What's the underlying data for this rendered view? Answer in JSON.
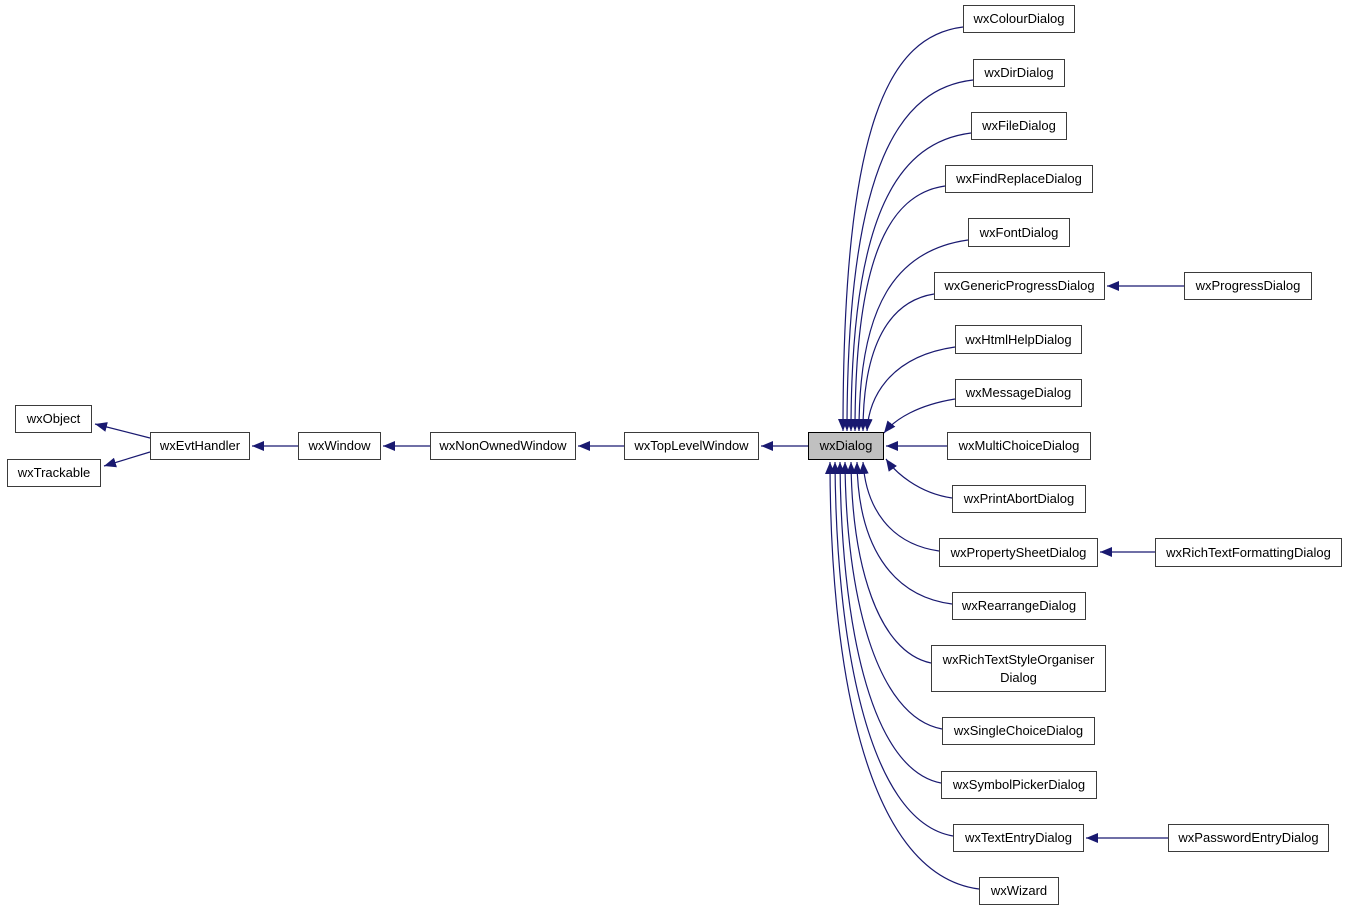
{
  "diagram": {
    "type": "class-inheritance-graph",
    "current_class": "wxDialog",
    "colors": {
      "edge": "#191970",
      "node_border": "#3b3b3b",
      "node_fill": "#ffffff",
      "current_node_fill": "#c0c0c0",
      "background": "#ffffff"
    },
    "nodes": {
      "wxObject": {
        "label": "wxObject"
      },
      "wxTrackable": {
        "label": "wxTrackable"
      },
      "wxEvtHandler": {
        "label": "wxEvtHandler"
      },
      "wxWindow": {
        "label": "wxWindow"
      },
      "wxNonOwnedWindow": {
        "label": "wxNonOwnedWindow"
      },
      "wxTopLevelWindow": {
        "label": "wxTopLevelWindow"
      },
      "wxDialog": {
        "label": "wxDialog"
      },
      "wxColourDialog": {
        "label": "wxColourDialog"
      },
      "wxDirDialog": {
        "label": "wxDirDialog"
      },
      "wxFileDialog": {
        "label": "wxFileDialog"
      },
      "wxFindReplaceDialog": {
        "label": "wxFindReplaceDialog"
      },
      "wxFontDialog": {
        "label": "wxFontDialog"
      },
      "wxGenericProgressDialog": {
        "label": "wxGenericProgressDialog"
      },
      "wxProgressDialog": {
        "label": "wxProgressDialog"
      },
      "wxHtmlHelpDialog": {
        "label": "wxHtmlHelpDialog"
      },
      "wxMessageDialog": {
        "label": "wxMessageDialog"
      },
      "wxMultiChoiceDialog": {
        "label": "wxMultiChoiceDialog"
      },
      "wxPrintAbortDialog": {
        "label": "wxPrintAbortDialog"
      },
      "wxPropertySheetDialog": {
        "label": "wxPropertySheetDialog"
      },
      "wxRichTextFormattingDialog": {
        "label": "wxRichTextFormattingDialog"
      },
      "wxRearrangeDialog": {
        "label": "wxRearrangeDialog"
      },
      "wxRichTextStyleOrganiserDialog": {
        "label": "wxRichTextStyleOrganiserDialog",
        "line1": "wxRichTextStyleOrganiser",
        "line2": "Dialog"
      },
      "wxSingleChoiceDialog": {
        "label": "wxSingleChoiceDialog"
      },
      "wxSymbolPickerDialog": {
        "label": "wxSymbolPickerDialog"
      },
      "wxTextEntryDialog": {
        "label": "wxTextEntryDialog"
      },
      "wxPasswordEntryDialog": {
        "label": "wxPasswordEntryDialog"
      },
      "wxWizard": {
        "label": "wxWizard"
      }
    },
    "edges": [
      {
        "from": "wxEvtHandler",
        "to": "wxObject"
      },
      {
        "from": "wxEvtHandler",
        "to": "wxTrackable"
      },
      {
        "from": "wxWindow",
        "to": "wxEvtHandler"
      },
      {
        "from": "wxNonOwnedWindow",
        "to": "wxWindow"
      },
      {
        "from": "wxTopLevelWindow",
        "to": "wxNonOwnedWindow"
      },
      {
        "from": "wxDialog",
        "to": "wxTopLevelWindow"
      },
      {
        "from": "wxColourDialog",
        "to": "wxDialog"
      },
      {
        "from": "wxDirDialog",
        "to": "wxDialog"
      },
      {
        "from": "wxFileDialog",
        "to": "wxDialog"
      },
      {
        "from": "wxFindReplaceDialog",
        "to": "wxDialog"
      },
      {
        "from": "wxFontDialog",
        "to": "wxDialog"
      },
      {
        "from": "wxGenericProgressDialog",
        "to": "wxDialog"
      },
      {
        "from": "wxProgressDialog",
        "to": "wxGenericProgressDialog"
      },
      {
        "from": "wxHtmlHelpDialog",
        "to": "wxDialog"
      },
      {
        "from": "wxMessageDialog",
        "to": "wxDialog"
      },
      {
        "from": "wxMultiChoiceDialog",
        "to": "wxDialog"
      },
      {
        "from": "wxPrintAbortDialog",
        "to": "wxDialog"
      },
      {
        "from": "wxPropertySheetDialog",
        "to": "wxDialog"
      },
      {
        "from": "wxRichTextFormattingDialog",
        "to": "wxPropertySheetDialog"
      },
      {
        "from": "wxRearrangeDialog",
        "to": "wxDialog"
      },
      {
        "from": "wxRichTextStyleOrganiserDialog",
        "to": "wxDialog"
      },
      {
        "from": "wxSingleChoiceDialog",
        "to": "wxDialog"
      },
      {
        "from": "wxSymbolPickerDialog",
        "to": "wxDialog"
      },
      {
        "from": "wxTextEntryDialog",
        "to": "wxDialog"
      },
      {
        "from": "wxPasswordEntryDialog",
        "to": "wxTextEntryDialog"
      },
      {
        "from": "wxWizard",
        "to": "wxDialog"
      }
    ]
  }
}
